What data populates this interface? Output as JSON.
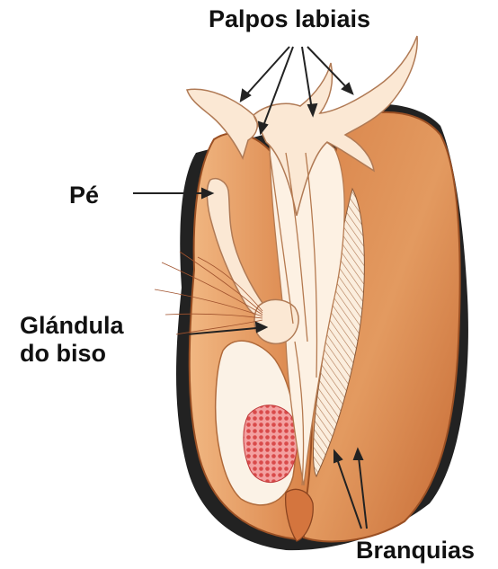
{
  "labels": {
    "palpos_labiais": "Palpos labiais",
    "pe": "Pé",
    "glandula_line1": "Glándula",
    "glandula_line2": "do biso",
    "branquias": "Branquias"
  },
  "colors": {
    "shell_outer": "#c9703a",
    "shell_inner": "#e79a5c",
    "shell_edge": "#222222",
    "soft_tissue": "#fbe8d4",
    "gonad": "#e06a6a",
    "arrow": "#222222"
  }
}
